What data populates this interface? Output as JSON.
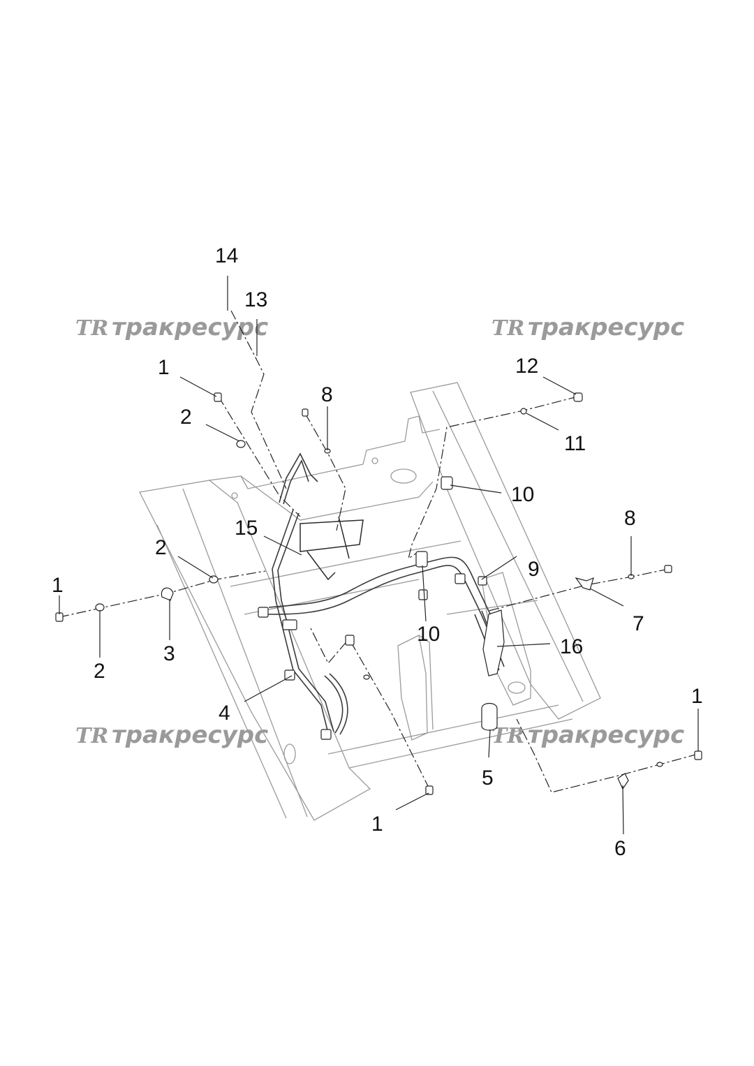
{
  "watermark": {
    "logo_text": "TR",
    "brand_text": "тракресурс"
  },
  "callouts": [
    {
      "id": "c14",
      "label": "14"
    },
    {
      "id": "c13",
      "label": "13"
    },
    {
      "id": "c1a",
      "label": "1"
    },
    {
      "id": "c2a",
      "label": "2"
    },
    {
      "id": "c8a",
      "label": "8"
    },
    {
      "id": "c12",
      "label": "12"
    },
    {
      "id": "c11",
      "label": "11"
    },
    {
      "id": "c10a",
      "label": "10"
    },
    {
      "id": "c15",
      "label": "15"
    },
    {
      "id": "c2b",
      "label": "2"
    },
    {
      "id": "c1b",
      "label": "1"
    },
    {
      "id": "c8b",
      "label": "8"
    },
    {
      "id": "c9",
      "label": "9"
    },
    {
      "id": "c7",
      "label": "7"
    },
    {
      "id": "c3",
      "label": "3"
    },
    {
      "id": "c2c",
      "label": "2"
    },
    {
      "id": "c10b",
      "label": "10"
    },
    {
      "id": "c16",
      "label": "16"
    },
    {
      "id": "c4",
      "label": "4"
    },
    {
      "id": "c1c",
      "label": "1"
    },
    {
      "id": "c5",
      "label": "5"
    },
    {
      "id": "c1d",
      "label": "1"
    },
    {
      "id": "c6",
      "label": "6"
    }
  ]
}
